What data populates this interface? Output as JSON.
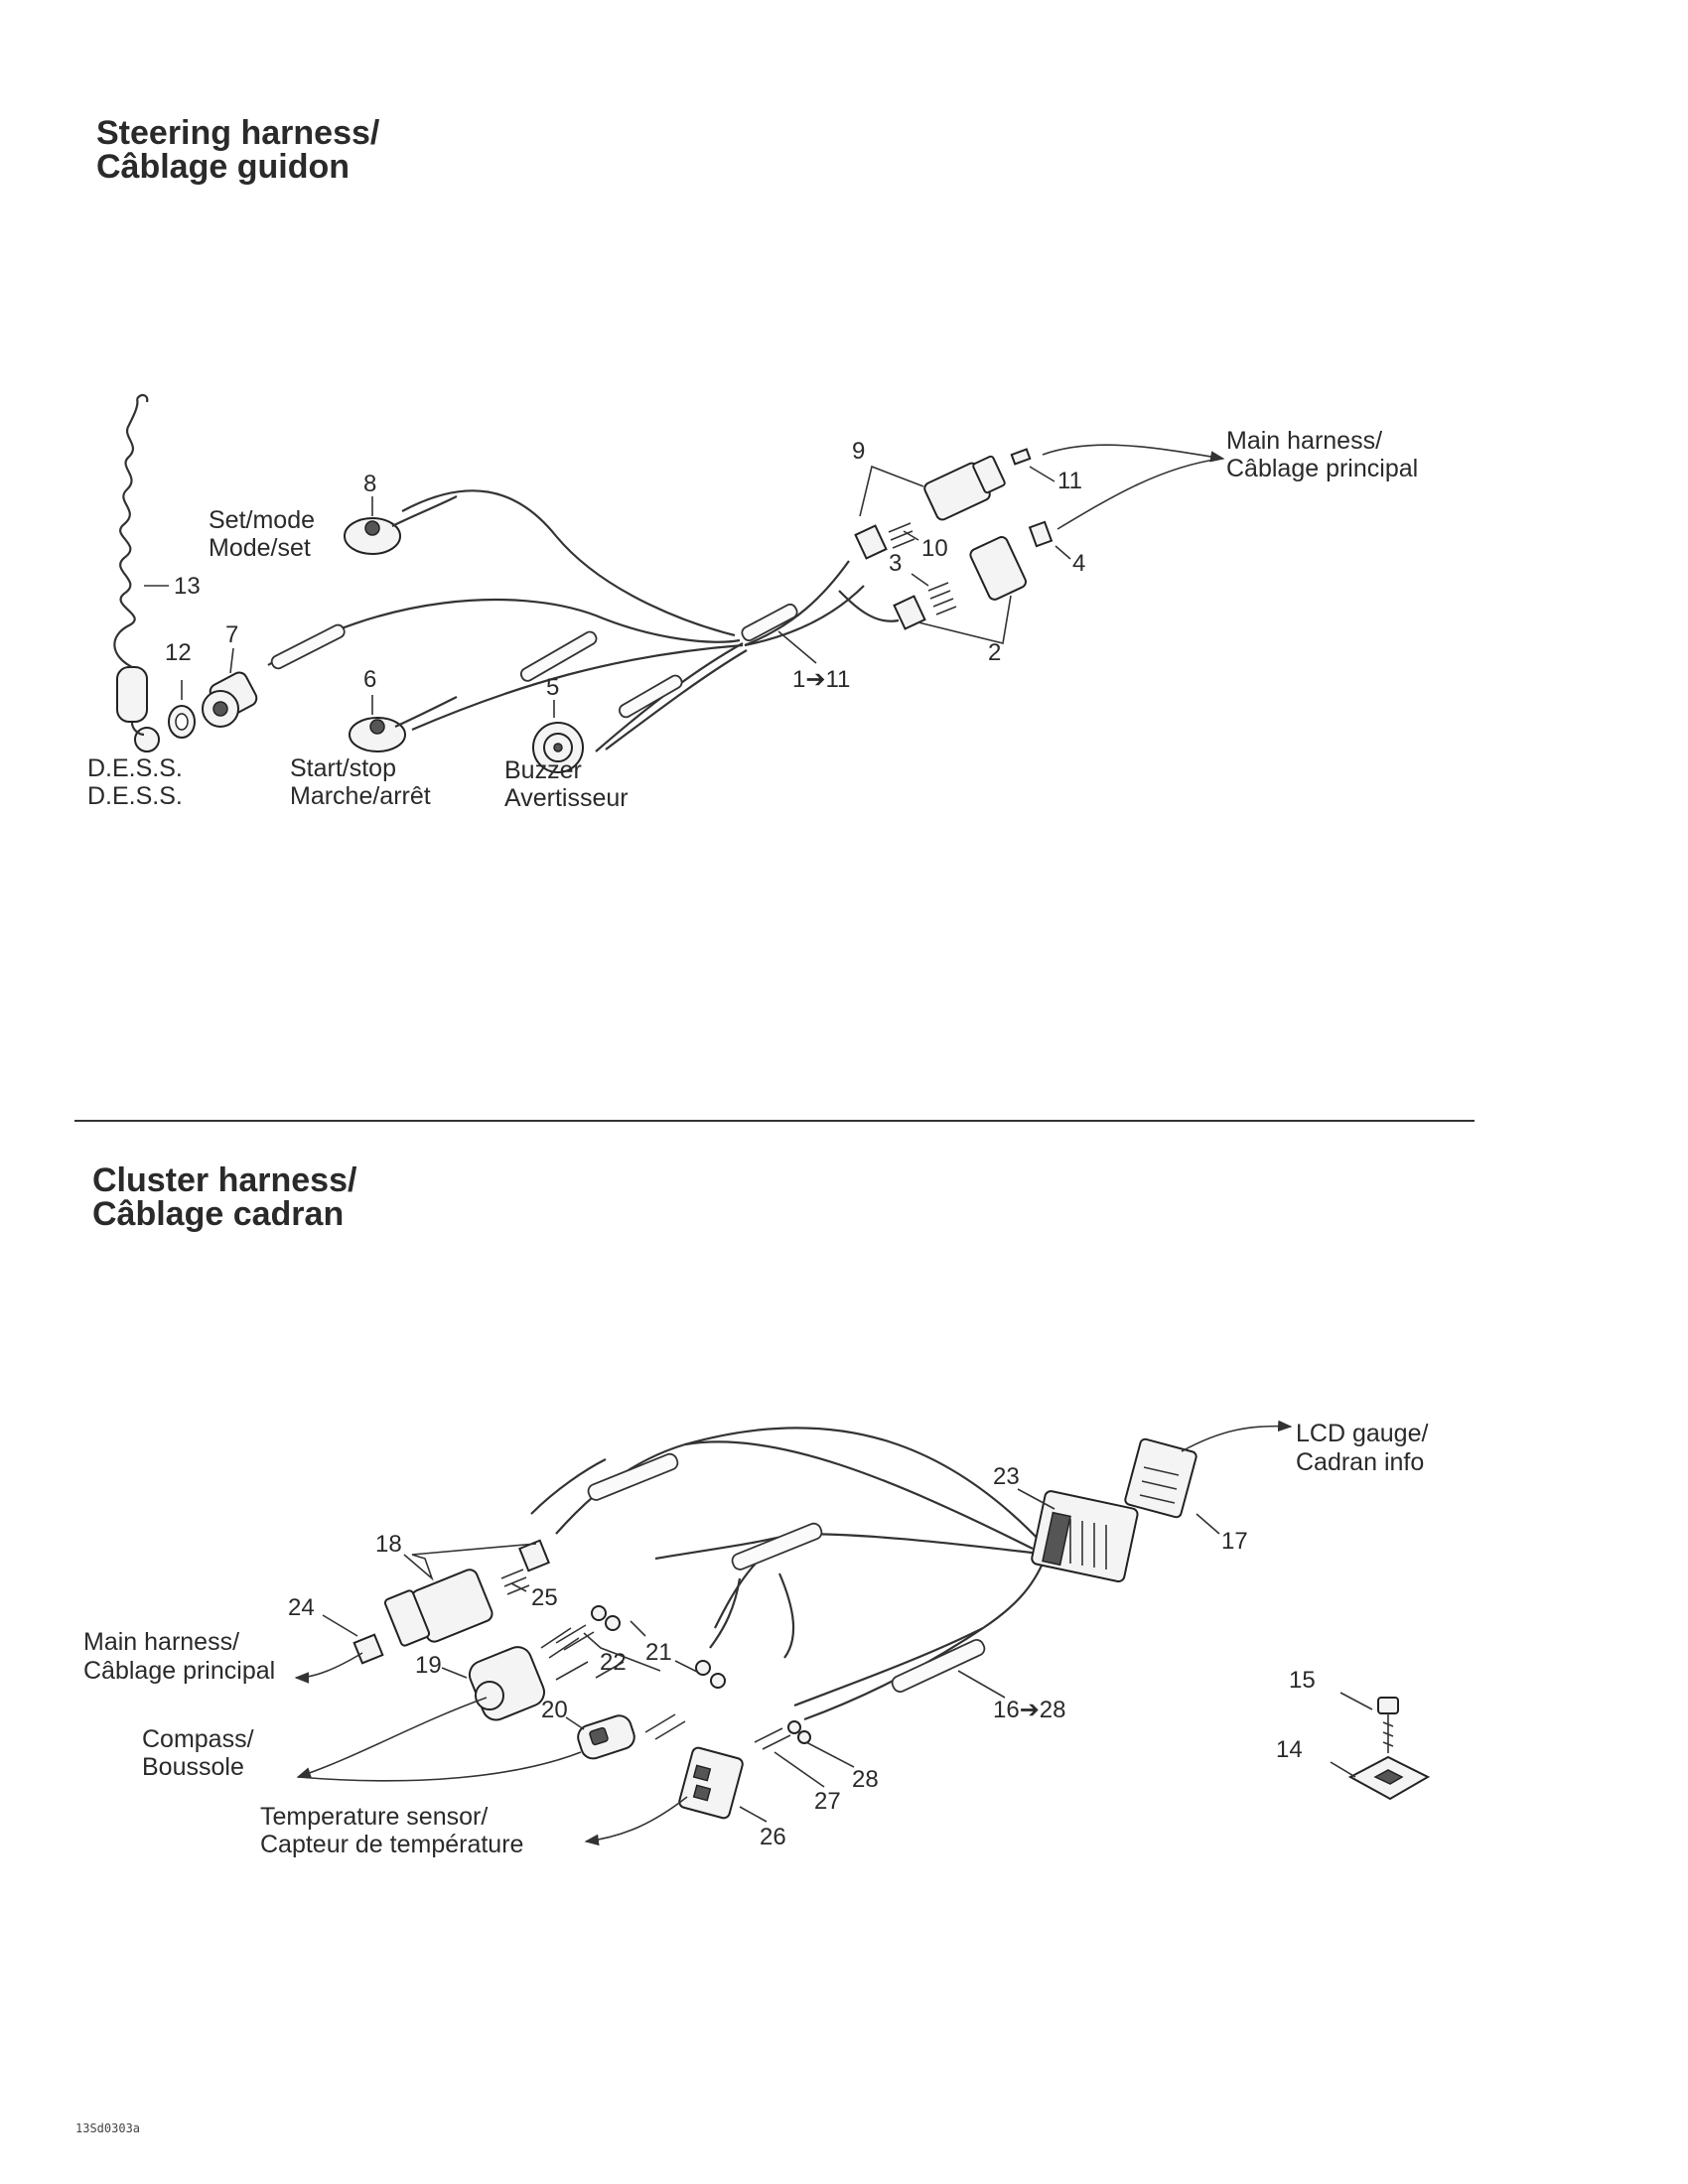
{
  "steering": {
    "title_en": "Steering harness/",
    "title_fr": "Câblage guidon",
    "main_harness_en": "Main harness/",
    "main_harness_fr": "Câblage principal",
    "setmode_en": "Set/mode",
    "setmode_fr": "Mode/set",
    "dess_en": "D.E.S.S.",
    "dess_fr": "D.E.S.S.",
    "startstop_en": "Start/stop",
    "startstop_fr": "Marche/arrêt",
    "buzzer_en": "Buzzer",
    "buzzer_fr": "Avertisseur",
    "range_label": "1➔11",
    "callouts": [
      "2",
      "3",
      "4",
      "5",
      "6",
      "7",
      "8",
      "9",
      "10",
      "11",
      "12",
      "13"
    ]
  },
  "cluster": {
    "title_en": "Cluster harness/",
    "title_fr": "Câblage cadran",
    "lcd_en": "LCD gauge/",
    "lcd_fr": "Cadran info",
    "main_harness_en": "Main harness/",
    "main_harness_fr": "Câblage principal",
    "compass_en": "Compass/",
    "compass_fr": "Boussole",
    "temp_en": "Temperature sensor/",
    "temp_fr": "Capteur de température",
    "range_label": "16➔28",
    "callouts": [
      "14",
      "15",
      "17",
      "18",
      "19",
      "20",
      "21",
      "22",
      "23",
      "24",
      "25",
      "26",
      "27",
      "28"
    ]
  },
  "footer_code": "13Sd0303a"
}
